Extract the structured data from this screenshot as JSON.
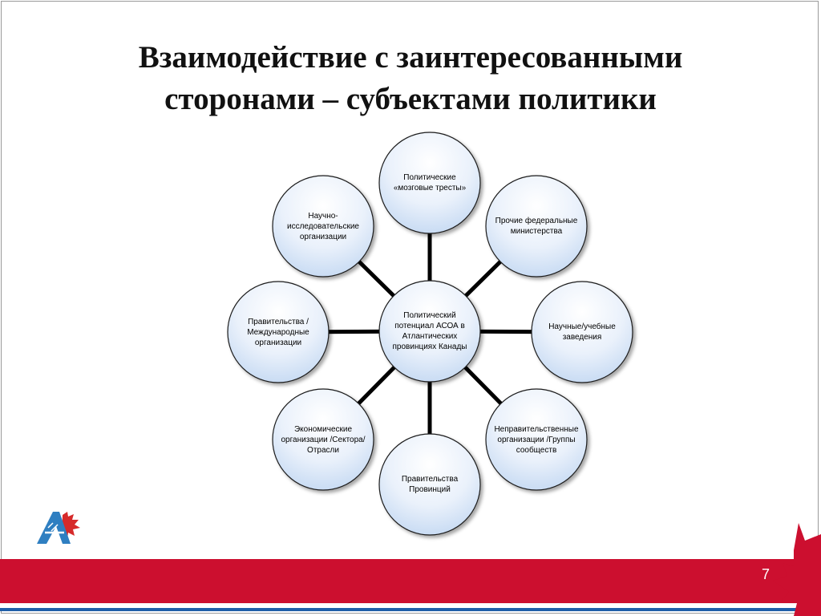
{
  "slide": {
    "title_line1": "Взаимодействие с заинтересованными",
    "title_line2": "сторонами – субъектами политики",
    "page_number": "7"
  },
  "diagram": {
    "center": "Политический потенциал АСОА в Атлантических провинциях Канады",
    "nodes": [
      "Политические «мозговые тресты»",
      "Прочие федеральные министерства",
      "Научные/учебные заведения",
      "Неправительственные организации /Группы сообществ",
      "Правительства Провинций",
      "Экономические организации /Сектора/Отрасли",
      "Правительства /Международные организации",
      "Научно-исследовательские организации"
    ]
  },
  "colors": {
    "circle_fill_top": "#ffffff",
    "circle_fill_bottom": "#c7daf3",
    "circle_stroke": "#1a1a1a",
    "connector": "#000000",
    "footer_red": "#cc0f2f",
    "footer_blue": "#1f5ea8",
    "logo_blue": "#2f7fc1",
    "logo_red": "#d62a2a"
  }
}
